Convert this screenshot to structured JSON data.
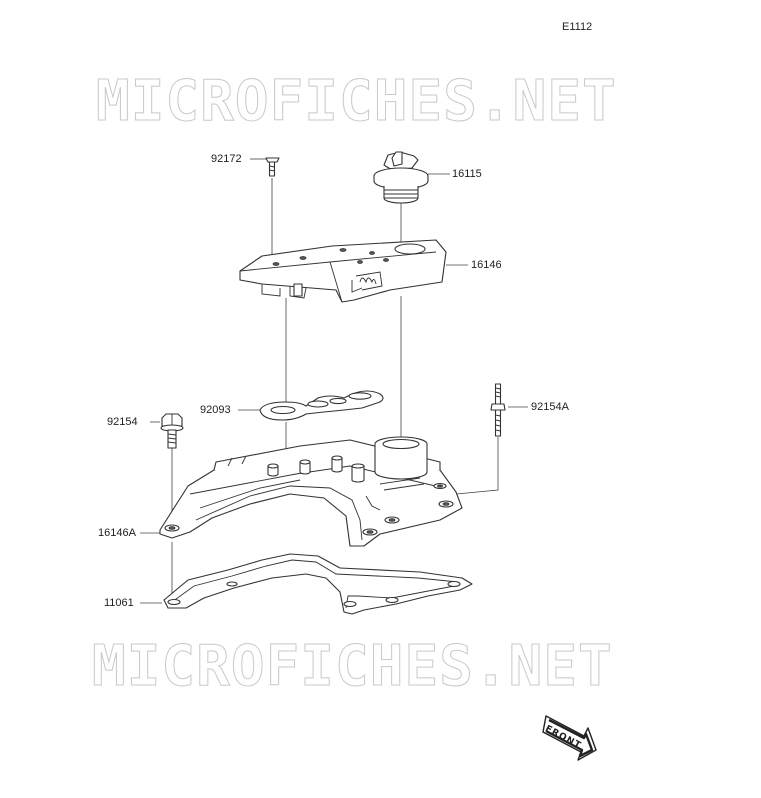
{
  "diagram_code": "E1112",
  "watermark": "MICROFICHES.NET",
  "direction_label": "FRONT",
  "parts": [
    {
      "id": "screw",
      "number": "92172"
    },
    {
      "id": "oil-filler-cap",
      "number": "16115"
    },
    {
      "id": "cover",
      "number": "16146"
    },
    {
      "id": "seal-gasket",
      "number": "92093"
    },
    {
      "id": "bolt",
      "number": "92154"
    },
    {
      "id": "stud-bolt",
      "number": "92154A"
    },
    {
      "id": "head-cover",
      "number": "16146A"
    },
    {
      "id": "head-cover-gasket",
      "number": "11061"
    }
  ]
}
